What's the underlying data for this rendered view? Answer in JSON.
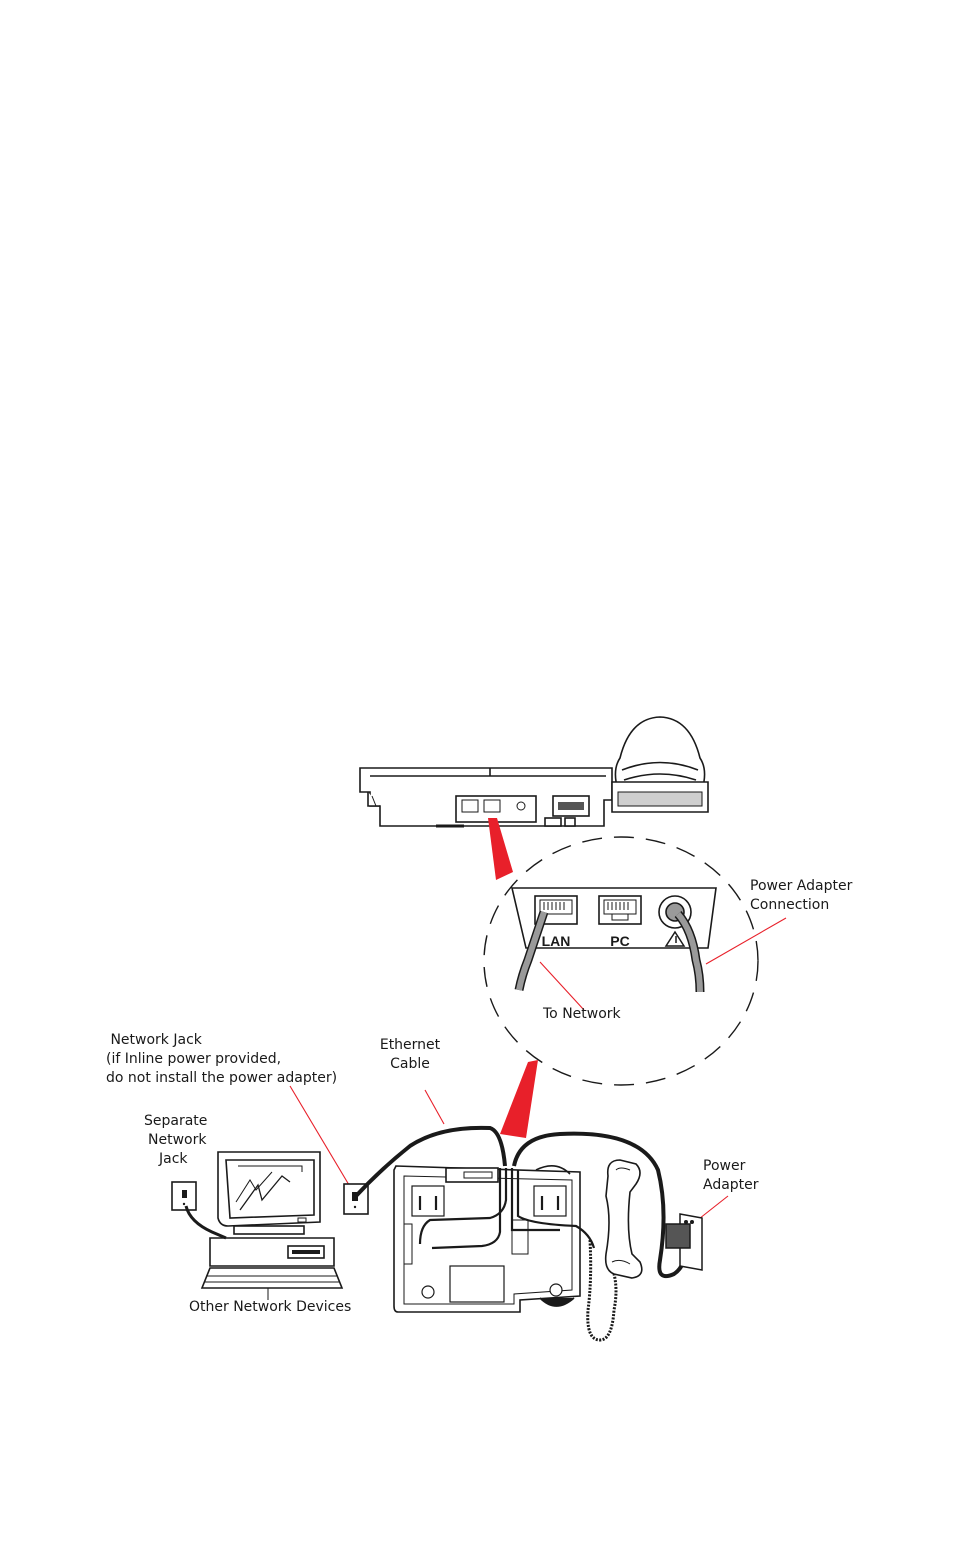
{
  "labels": {
    "power_adapter_connection": [
      "Power Adapter",
      "Connection"
    ],
    "to_network": "To Network",
    "network_jack": [
      " Network Jack",
      "(if Inline power provided,",
      "do not install the power adapter)"
    ],
    "ethernet_cable": [
      "Ethernet",
      "Cable"
    ],
    "separate_network_jack": [
      "Separate",
      "Network",
      "Jack"
    ],
    "power_adapter": [
      "Power",
      "Adapter"
    ],
    "other_network_devices": "Other Network Devices"
  },
  "ports": {
    "lan": "LAN",
    "pc": "PC"
  },
  "colors": {
    "callout": "#e8202a",
    "line": "#1a1a1a",
    "cable_gray": "#9a9a9a"
  },
  "icons": [
    "warning-triangle-icon",
    "rj45-port-icon",
    "power-jack-icon"
  ]
}
